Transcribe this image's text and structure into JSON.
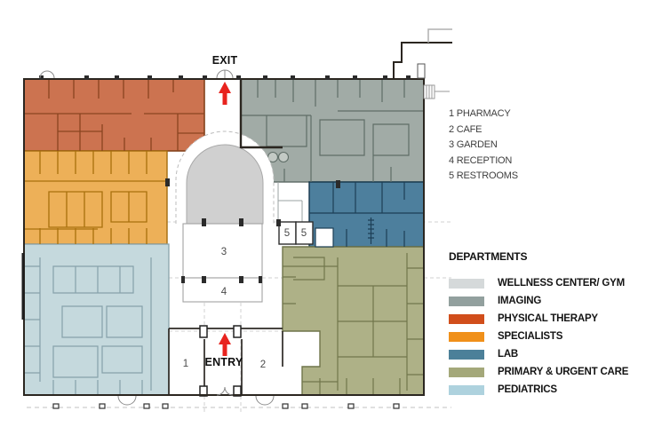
{
  "plan": {
    "exit_label": "EXIT",
    "entry_label": "ENTRY",
    "rooms": {
      "pharmacy_num": "1",
      "cafe_num": "2",
      "garden_num": "3",
      "reception_num": "4",
      "restroom_left_num": "5",
      "restroom_right_num": "5"
    }
  },
  "key": {
    "items": [
      {
        "text": "1 PHARMACY"
      },
      {
        "text": "2 CAFE"
      },
      {
        "text": "3 GARDEN"
      },
      {
        "text": "4 RECEPTION"
      },
      {
        "text": "5 RESTROOMS"
      }
    ]
  },
  "legend": {
    "title": "DEPARTMENTS",
    "items": [
      {
        "label": "WELLNESS CENTER/ GYM",
        "color": "#d5d9da"
      },
      {
        "label": "IMAGING",
        "color": "#92a09e"
      },
      {
        "label": "PHYSICAL THERAPY",
        "color": "#d14e1b"
      },
      {
        "label": "SPECIALISTS",
        "color": "#f0901a"
      },
      {
        "label": "LAB",
        "color": "#4c8099"
      },
      {
        "label": "PRIMARY & URGENT CARE",
        "color": "#a4a87a"
      },
      {
        "label": "PEDIATRICS",
        "color": "#aed2de"
      }
    ]
  },
  "colors": {
    "physical_therapy_fill": "#cc7350",
    "specialists_fill": "#edb058",
    "pediatrics_fill": "#c5d9dd",
    "imaging_fill": "#a1aba6",
    "lab_fill": "#4d7f9d",
    "primary_urgent_care_fill": "#aeb187",
    "dome_fill": "#d0d0d0",
    "arrow_red": "#e8231e"
  }
}
